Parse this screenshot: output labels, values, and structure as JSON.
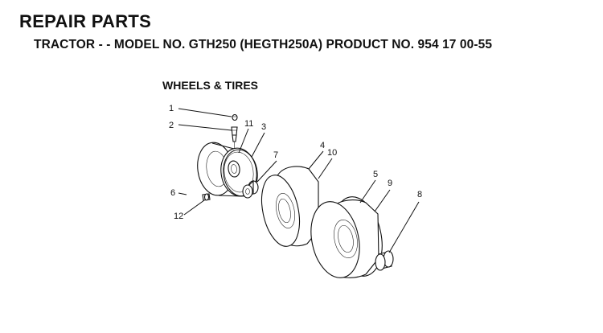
{
  "header": {
    "title": "REPAIR PARTS",
    "subtitle": "TRACTOR - - MODEL NO. GTH250 (HEGTH250A) PRODUCT NO. 954 17 00-55"
  },
  "section": {
    "title": "WHEELS & TIRES"
  },
  "callouts": [
    "1",
    "2",
    "11",
    "3",
    "7",
    "4",
    "10",
    "5",
    "9",
    "8",
    "6",
    "12"
  ]
}
